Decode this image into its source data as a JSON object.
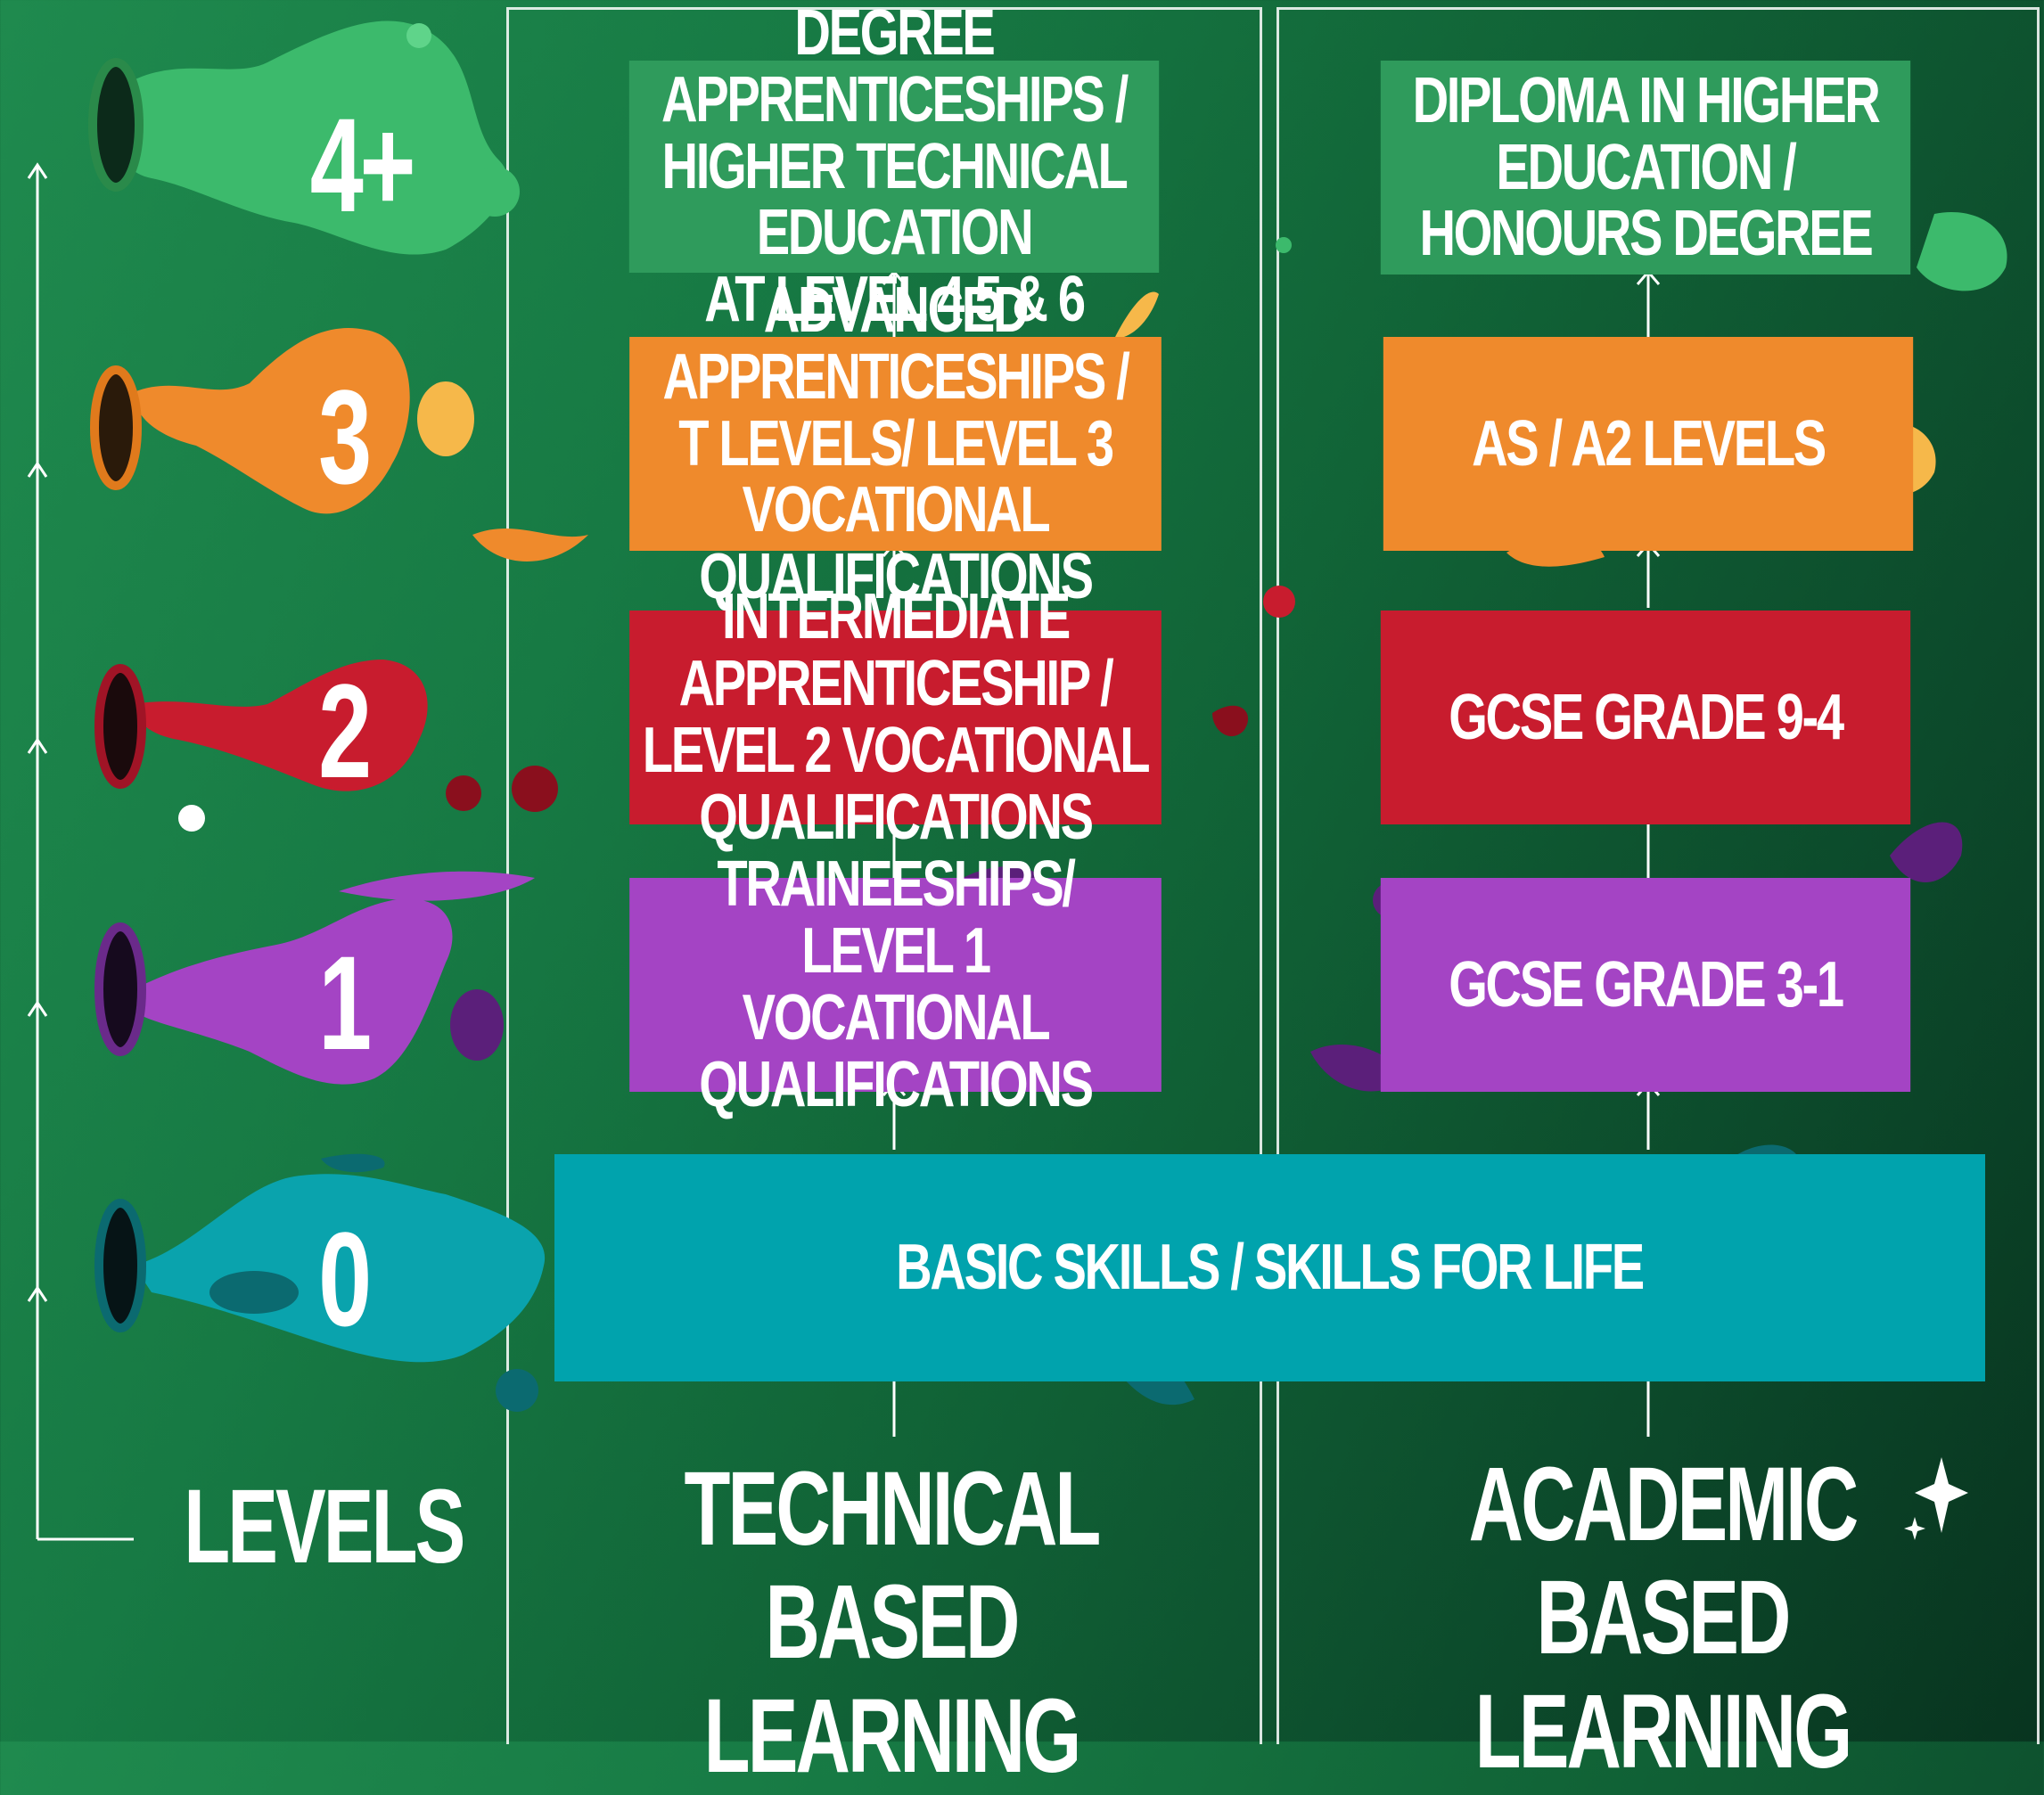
{
  "colors": {
    "green": "#2f9b5c",
    "orange": "#ef8a2c",
    "red": "#c81c2e",
    "purple": "#a444c4",
    "teal": "#00a3ad",
    "background": "#177a44"
  },
  "levels_label": "LEVELS",
  "levels": [
    {
      "label": "4+",
      "color": "#3cba6c"
    },
    {
      "label": "3",
      "color": "#ef8a2c"
    },
    {
      "label": "2",
      "color": "#c81c2e"
    },
    {
      "label": "1",
      "color": "#a444c4"
    },
    {
      "label": "0",
      "color": "#0aa3ad"
    }
  ],
  "technical": {
    "title": "TECHNICAL\nBASED LEARNING",
    "level4": "DEGREE APPRENTICESHIPS /\nHIGHER TECHNICAL EDUCATION\nAT LEVEL 4,5 & 6",
    "level3": "ADVANCED APPRENTICESHIPS /\nT LEVELS/ LEVEL 3\nVOCATIONAL QUALIFICATIONS",
    "level2": "INTERMEDIATE APPRENTICESHIP /\nLEVEL 2 VOCATIONAL\nQUALIFICATIONS",
    "level1": "TRAINEESHIPS/ LEVEL 1\nVOCATIONAL QUALIFICATIONS"
  },
  "academic": {
    "title": "ACADEMIC\nBASED LEARNING",
    "level4": "DIPLOMA IN HIGHER EDUCATION /\nHONOURS DEGREE",
    "level3": "AS / A2 LEVELS",
    "level2": "GCSE GRADE 9-4",
    "level1": "GCSE GRADE 3-1"
  },
  "shared": {
    "level0": "BASIC SKILLS / SKILLS FOR LIFE"
  }
}
